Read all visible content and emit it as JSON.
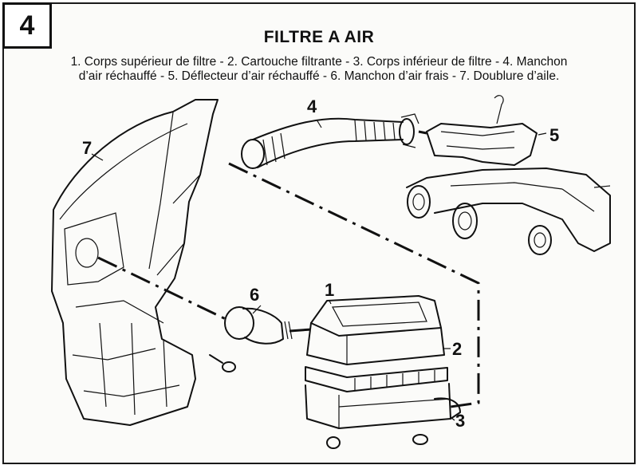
{
  "figure": {
    "number": "4",
    "title": "FILTRE A AIR",
    "caption_line1": "1. Corps supérieur de filtre - 2. Cartouche filtrante - 3. Corps inférieur de filtre - 4. Manchon",
    "caption_line2": "d’air réchauffé - 5. Déflecteur d’air réchauffé - 6. Manchon d’air frais - 7. Doublure d’aile."
  },
  "callouts": {
    "c1": "1",
    "c2": "2",
    "c3": "3",
    "c4": "4",
    "c5": "5",
    "c6": "6",
    "c7": "7"
  }
}
